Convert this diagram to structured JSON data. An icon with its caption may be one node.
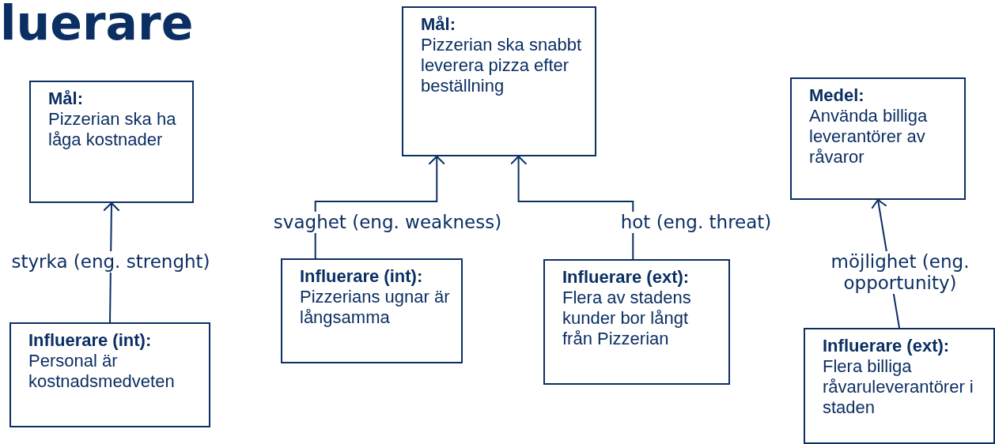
{
  "diagram": {
    "title": "luerare",
    "nodes": [
      {
        "text": [
          "Mål:",
          "Pizzerian ska ha låga kostnader"
        ]
      },
      {
        "text": [
          "Influerare (int):",
          "Personal är kostnadsmedveten"
        ]
      },
      {
        "text": [
          "Mål:",
          "Pizzerian ska snabbt leverera pizza efter beställning"
        ]
      },
      {
        "text": [
          "Influerare (int):",
          "Pizzerians ugnar är långsamma"
        ]
      },
      {
        "text": [
          "Influerare (ext):",
          "Flera av stadens kunder bor långt från Pizzerian"
        ]
      },
      {
        "text": [
          "Medel:",
          "Använda billiga leverantörer av råvaror"
        ]
      },
      {
        "text": [
          "Influerare (ext):",
          "Flera billiga råvaruleverantörer i staden"
        ]
      }
    ],
    "edges": [
      {
        "from": 1,
        "to": 0,
        "arrow": "to",
        "label": "styrka (eng. strenght)"
      },
      {
        "from": 3,
        "to": 2,
        "arrow": "to",
        "label": "svaghet (eng. weakness)"
      },
      {
        "from": 4,
        "to": 2,
        "arrow": "to",
        "label": "hot (eng. threat)"
      },
      {
        "from": 6,
        "to": 5,
        "arrow": "to",
        "label": "möjlighet (eng. opportunity)"
      }
    ]
  }
}
